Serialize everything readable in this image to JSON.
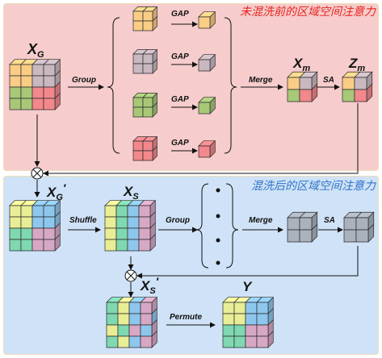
{
  "titles": {
    "top": "未混洗前的区域空间注意力",
    "bottom": "混洗后的区域空间注意力"
  },
  "labels": {
    "xg": "X",
    "xg_sub": "G",
    "xm": "X",
    "xm_sub": "m",
    "zm": "Z",
    "zm_sub": "m",
    "xg_prime": "X",
    "xg_prime_sub": "G",
    "xs": "X",
    "xs_sub": "S",
    "xs_prime": "X",
    "xs_prime_sub": "S",
    "y": "Y",
    "prime": "′"
  },
  "ops": {
    "group_top": "Group",
    "gap": "GAP",
    "merge_top": "Merge",
    "sa_top": "SA",
    "shuffle": "Shuffle",
    "group_bottom": "Group",
    "merge_bottom": "Merge",
    "sa_bottom": "SA",
    "permute": "Permute"
  },
  "symbols": {
    "multiply": "⊗"
  },
  "colors": {
    "orange": "#f9cd86",
    "purple": "#c9b8c0",
    "green": "#a8c878",
    "red": "#f2888c",
    "yellow": "#e9ed95",
    "blue": "#8ec7ee",
    "teal": "#7fd8b0",
    "pink": "#d7a8c5",
    "gray": "#aab3bd",
    "panel_top": "#f6cccc",
    "panel_bottom": "#cfe2f7"
  }
}
